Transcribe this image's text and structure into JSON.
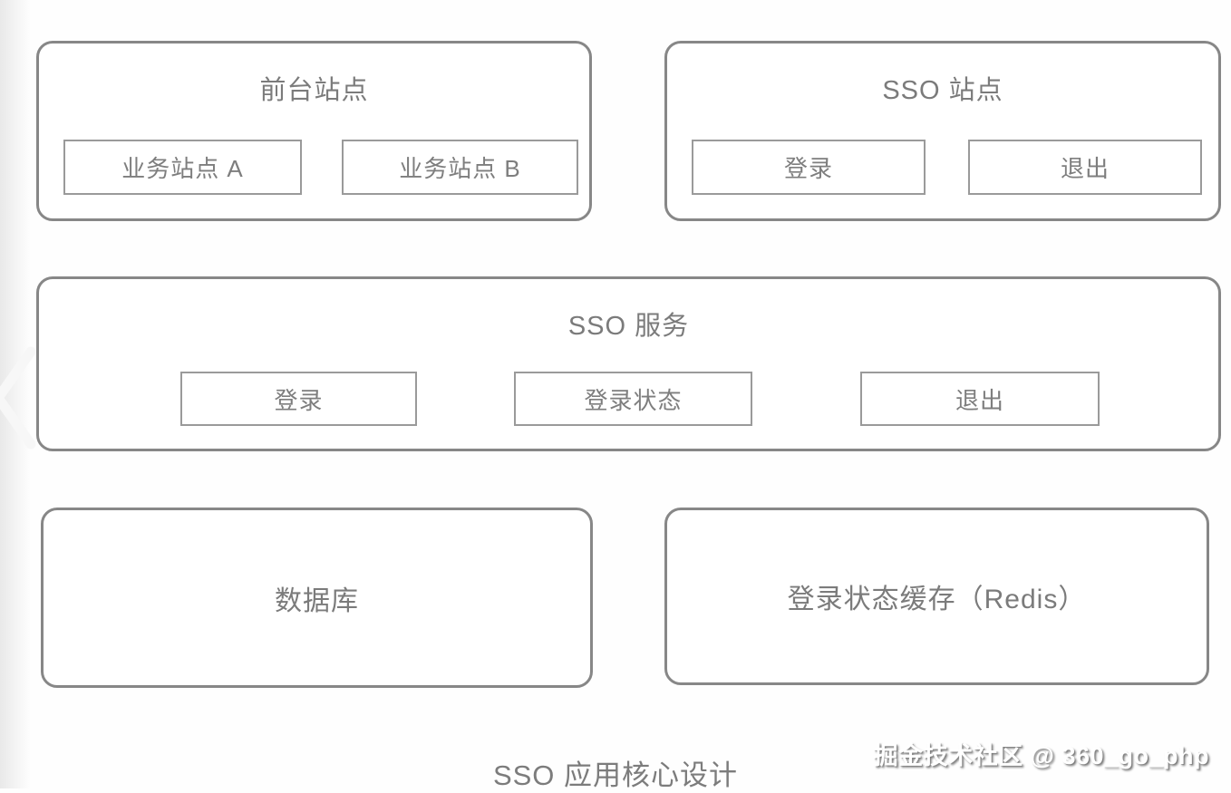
{
  "diagram": {
    "caption": "SSO 应用核心设计",
    "watermark": "掘金技术社区 @ 360_go_php",
    "groups": {
      "frontend": {
        "title": "前台站点",
        "items": [
          "业务站点 A",
          "业务站点 B"
        ]
      },
      "sso_site": {
        "title": "SSO 站点",
        "items": [
          "登录",
          "退出"
        ]
      },
      "sso_service": {
        "title": "SSO 服务",
        "items": [
          "登录",
          "登录状态",
          "退出"
        ]
      },
      "database": {
        "title": "数据库"
      },
      "redis_cache": {
        "title": "登录状态缓存（Redis）"
      }
    },
    "nav": {
      "prev_icon": "chevron-left"
    },
    "colors": {
      "outer_border": "#878787",
      "inner_border": "#9a9a9a",
      "text": "#7b7b7b",
      "background": "#fefefe",
      "watermark_fill": "#ffffff"
    }
  }
}
